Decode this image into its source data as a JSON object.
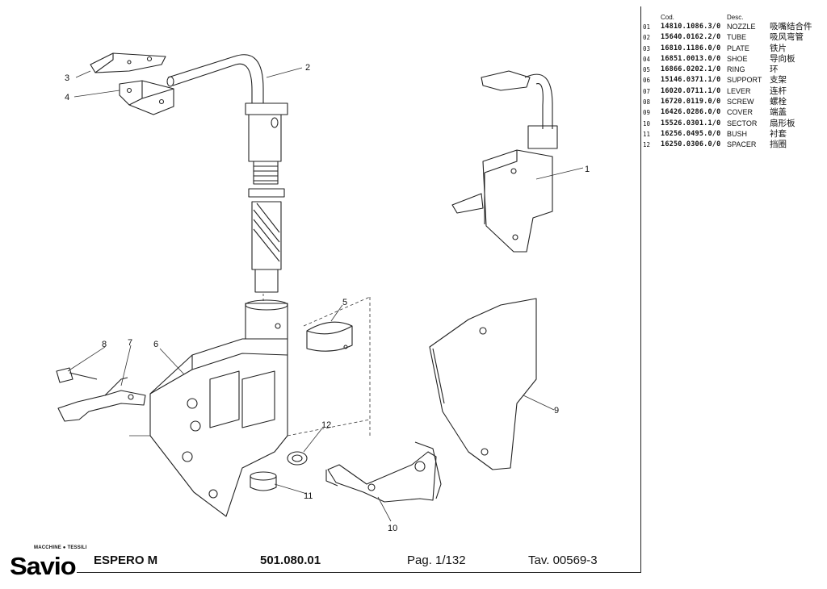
{
  "header": {
    "col_code": "Cod.",
    "col_desc": "Desc."
  },
  "parts": [
    {
      "n": "01",
      "code": "14810.1086.3/0",
      "desc": "NOZZLE",
      "zh": "吸嘴结合件"
    },
    {
      "n": "02",
      "code": "15640.0162.2/0",
      "desc": "TUBE",
      "zh": "吸风弯管"
    },
    {
      "n": "03",
      "code": "16810.1186.0/0",
      "desc": "PLATE",
      "zh": "铁片"
    },
    {
      "n": "04",
      "code": "16851.0013.0/0",
      "desc": "SHOE",
      "zh": "导向板"
    },
    {
      "n": "05",
      "code": "16866.0202.1/0",
      "desc": "RING",
      "zh": "环"
    },
    {
      "n": "06",
      "code": "15146.0371.1/0",
      "desc": "SUPPORT",
      "zh": "支架"
    },
    {
      "n": "07",
      "code": "16020.0711.1/0",
      "desc": "LEVER",
      "zh": "连杆"
    },
    {
      "n": "08",
      "code": "16720.0119.0/0",
      "desc": "SCREW",
      "zh": "螺栓"
    },
    {
      "n": "09",
      "code": "16426.0286.0/0",
      "desc": "COVER",
      "zh": "端盖"
    },
    {
      "n": "10",
      "code": "15526.0301.1/0",
      "desc": "SECTOR",
      "zh": "扇形板"
    },
    {
      "n": "11",
      "code": "16256.0495.0/0",
      "desc": "BUSH",
      "zh": "衬套"
    },
    {
      "n": "12",
      "code": "16250.0306.0/0",
      "desc": "SPACER",
      "zh": "挡圈"
    }
  ],
  "callouts": [
    "1",
    "2",
    "3",
    "4",
    "5",
    "6",
    "7",
    "8",
    "9",
    "10",
    "11",
    "12"
  ],
  "footer": {
    "brand": "Savio",
    "brand_tag": "MACCHINE ● TESSILI",
    "model": "ESPERO M",
    "ref": "501.080.01",
    "page": "Pag. 1/132",
    "table": "Tav. 00569-3"
  }
}
